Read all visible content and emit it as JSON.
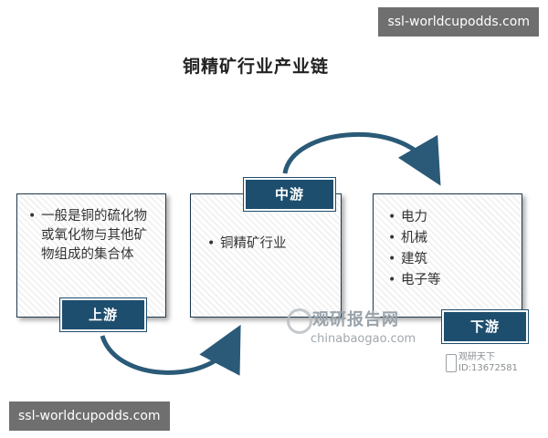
{
  "title": "铜精矿行业产业链",
  "upstream": {
    "tag": "上游",
    "items": [
      "一般是铜的硫化物或氧化物与其他矿物组成的集合体"
    ]
  },
  "midstream": {
    "tag": "中游",
    "items": [
      "铜精矿行业"
    ]
  },
  "downstream": {
    "tag": "下游",
    "items": [
      "电力",
      "机械",
      "建筑",
      "电子等"
    ]
  },
  "watermark": {
    "name": "观研报告网",
    "domain": "chinabaogao.com"
  },
  "signature": {
    "line1": "观研天下",
    "line2": "ID:13672581"
  },
  "overlay": {
    "top": "ssl-worldcupodds.com",
    "bottom": "ssl-worldcupodds.com"
  },
  "colors": {
    "accent": "#1e4e6e"
  }
}
